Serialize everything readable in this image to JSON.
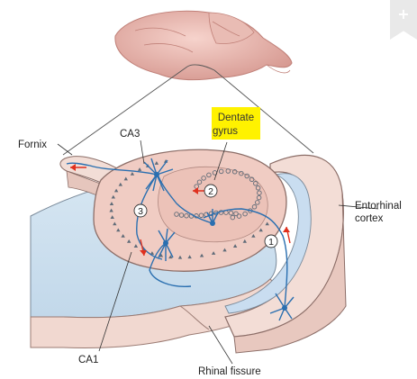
{
  "labels": {
    "fornix": "Fornix",
    "ca3": "CA3",
    "dentate_line1": "Dentate",
    "dentate_line2": "gyrus",
    "entorhinal_line1": "Entorhinal",
    "entorhinal_line2": "cortex",
    "ca1": "CA1",
    "rhinal_fissure": "Rhinal fissure"
  },
  "pathway_numbers": [
    "1",
    "2",
    "3"
  ],
  "highlight_color": "#fff200",
  "neuron_color": "#2a6fb0",
  "arrow_color": "#e0301e",
  "corner_icon": "plus-icon",
  "corner_symbol": "+"
}
